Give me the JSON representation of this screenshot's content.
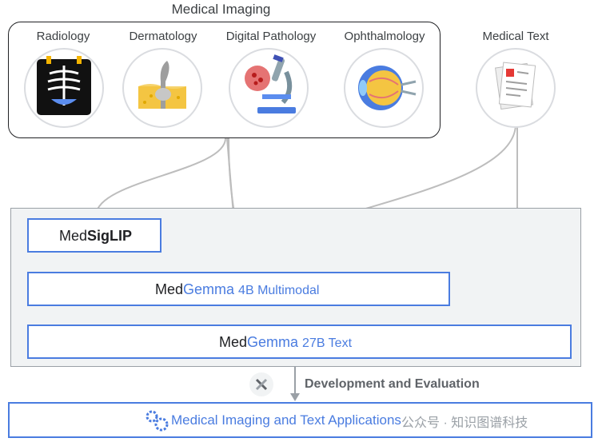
{
  "header": {
    "title": "Medical Imaging"
  },
  "modalities": [
    {
      "label": "Radiology",
      "icon": "xray-icon"
    },
    {
      "label": "Dermatology",
      "icon": "skin-layers-icon"
    },
    {
      "label": "Digital Pathology",
      "icon": "microscope-icon"
    },
    {
      "label": "Ophthalmology",
      "icon": "eye-icon"
    }
  ],
  "text_input": {
    "label": "Medical Text",
    "icon": "documents-icon"
  },
  "models": {
    "siglip": {
      "prefix": "Med",
      "name": "SigLIP"
    },
    "gemma4b": {
      "prefix": "Med",
      "brand": "Gemma",
      "suffix": "4B Multimodal"
    },
    "gemma27b": {
      "prefix": "Med",
      "brand": "Gemma",
      "suffix": "27B Text"
    }
  },
  "flow": {
    "label": "Development and Evaluation",
    "icon": "tools-icon"
  },
  "output": {
    "label": "Medical Imaging and Text Applications",
    "icon": "gears-icon"
  },
  "watermark": "公众号 · 知识图谱科技",
  "colors": {
    "accent": "#4a7ce0",
    "border": "#202124",
    "panel": "#f1f3f4"
  }
}
